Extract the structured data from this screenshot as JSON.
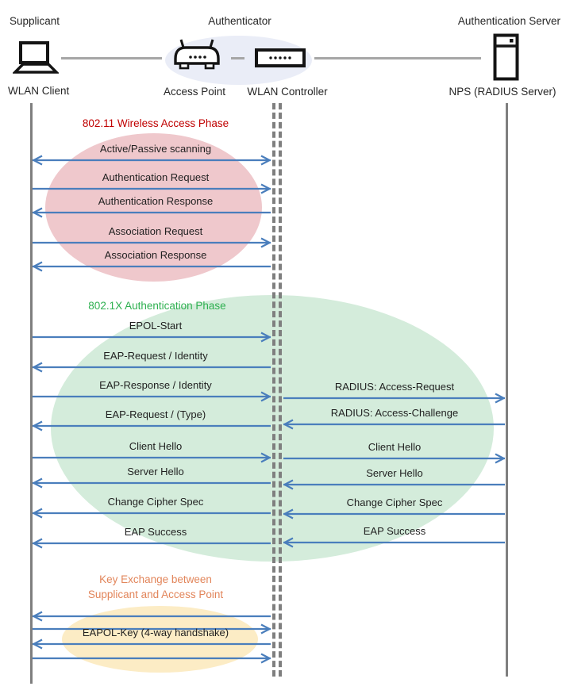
{
  "header": {
    "roles": [
      {
        "name": "Supplicant"
      },
      {
        "name": "Authenticator"
      },
      {
        "name": "Authentication Server"
      }
    ],
    "devices": [
      {
        "name": "WLAN Client",
        "icon": "laptop-icon"
      },
      {
        "name": "Access Point",
        "icon": "access-point-icon"
      },
      {
        "name": "WLAN Controller",
        "icon": "wlan-controller-icon"
      },
      {
        "name": "NPS (RADIUS Server)",
        "icon": "server-icon"
      }
    ]
  },
  "phases": [
    {
      "title": "802.11 Wireless Access Phase"
    },
    {
      "title": "802.1X Authentication Phase"
    },
    {
      "title_lines": [
        "Key Exchange between",
        "Supplicant and Access Point"
      ]
    }
  ],
  "sequence": {
    "client_channel": {
      "between": [
        "WLAN Client",
        "WLAN Controller"
      ],
      "messages": [
        {
          "label": "Active/Passive scanning",
          "direction": "both"
        },
        {
          "label": "Authentication Request",
          "direction": "right"
        },
        {
          "label": "Authentication Response",
          "direction": "left"
        },
        {
          "label": "Association Request",
          "direction": "right"
        },
        {
          "label": "Association Response",
          "direction": "left"
        },
        {
          "label": "EPOL-Start",
          "direction": "right"
        },
        {
          "label": "EAP-Request / Identity",
          "direction": "left"
        },
        {
          "label": "EAP-Response / Identity",
          "direction": "right"
        },
        {
          "label": "EAP-Request / (Type)",
          "direction": "left"
        },
        {
          "label": "Client Hello",
          "direction": "right"
        },
        {
          "label": "Server Hello",
          "direction": "left"
        },
        {
          "label": "Change Cipher Spec",
          "direction": "left"
        },
        {
          "label": "EAP Success",
          "direction": "left"
        },
        {
          "label": "",
          "direction": "left"
        },
        {
          "label": "",
          "direction": "right"
        },
        {
          "label": "EAPOL-Key (4-way handshake)",
          "direction": "left"
        },
        {
          "label": "",
          "direction": "right"
        }
      ]
    },
    "server_channel": {
      "between": [
        "WLAN Controller",
        "NPS (RADIUS Server)"
      ],
      "messages": [
        {
          "label": "RADIUS: Access-Request",
          "direction": "right"
        },
        {
          "label": "RADIUS: Access-Challenge",
          "direction": "left"
        },
        {
          "label": "Client Hello",
          "direction": "right"
        },
        {
          "label": "Server Hello",
          "direction": "left"
        },
        {
          "label": "Change Cipher Spec",
          "direction": "left"
        },
        {
          "label": "EAP Success",
          "direction": "left"
        }
      ]
    }
  },
  "colors": {
    "arrow": "#4a7ebc",
    "lifeline": "#7f7f7f",
    "link": "#a6a6a6",
    "authenticator_fill": "#eaedf7",
    "phase1_fill": "#efc8cc",
    "phase2_fill": "#d4ecdb",
    "phase3_fill": "#fcecc5",
    "phase1_title": "#c00000",
    "phase2_title": "#2eb050",
    "phase3_title": "#e2855a"
  }
}
